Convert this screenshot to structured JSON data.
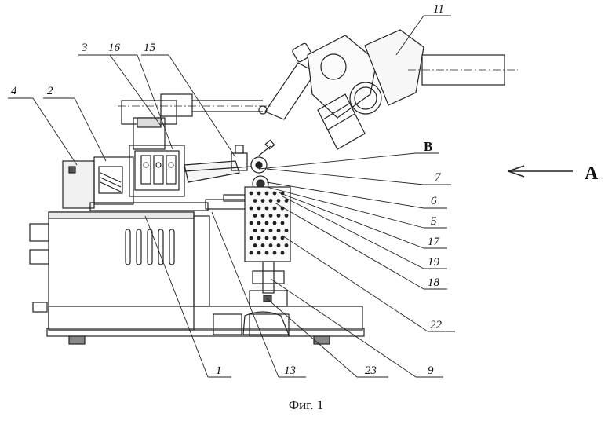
{
  "caption": "Фиг. 1",
  "view_arrow_label": "А",
  "section_label": "В",
  "labels": {
    "l1": "1",
    "l2": "2",
    "l3": "3",
    "l4": "4",
    "l5": "5",
    "l6": "6",
    "l7": "7",
    "l9": "9",
    "l11": "11",
    "l13": "13",
    "l15": "15",
    "l16": "16",
    "l17": "17",
    "l18": "18",
    "l19": "19",
    "l22": "22",
    "l23": "23"
  }
}
